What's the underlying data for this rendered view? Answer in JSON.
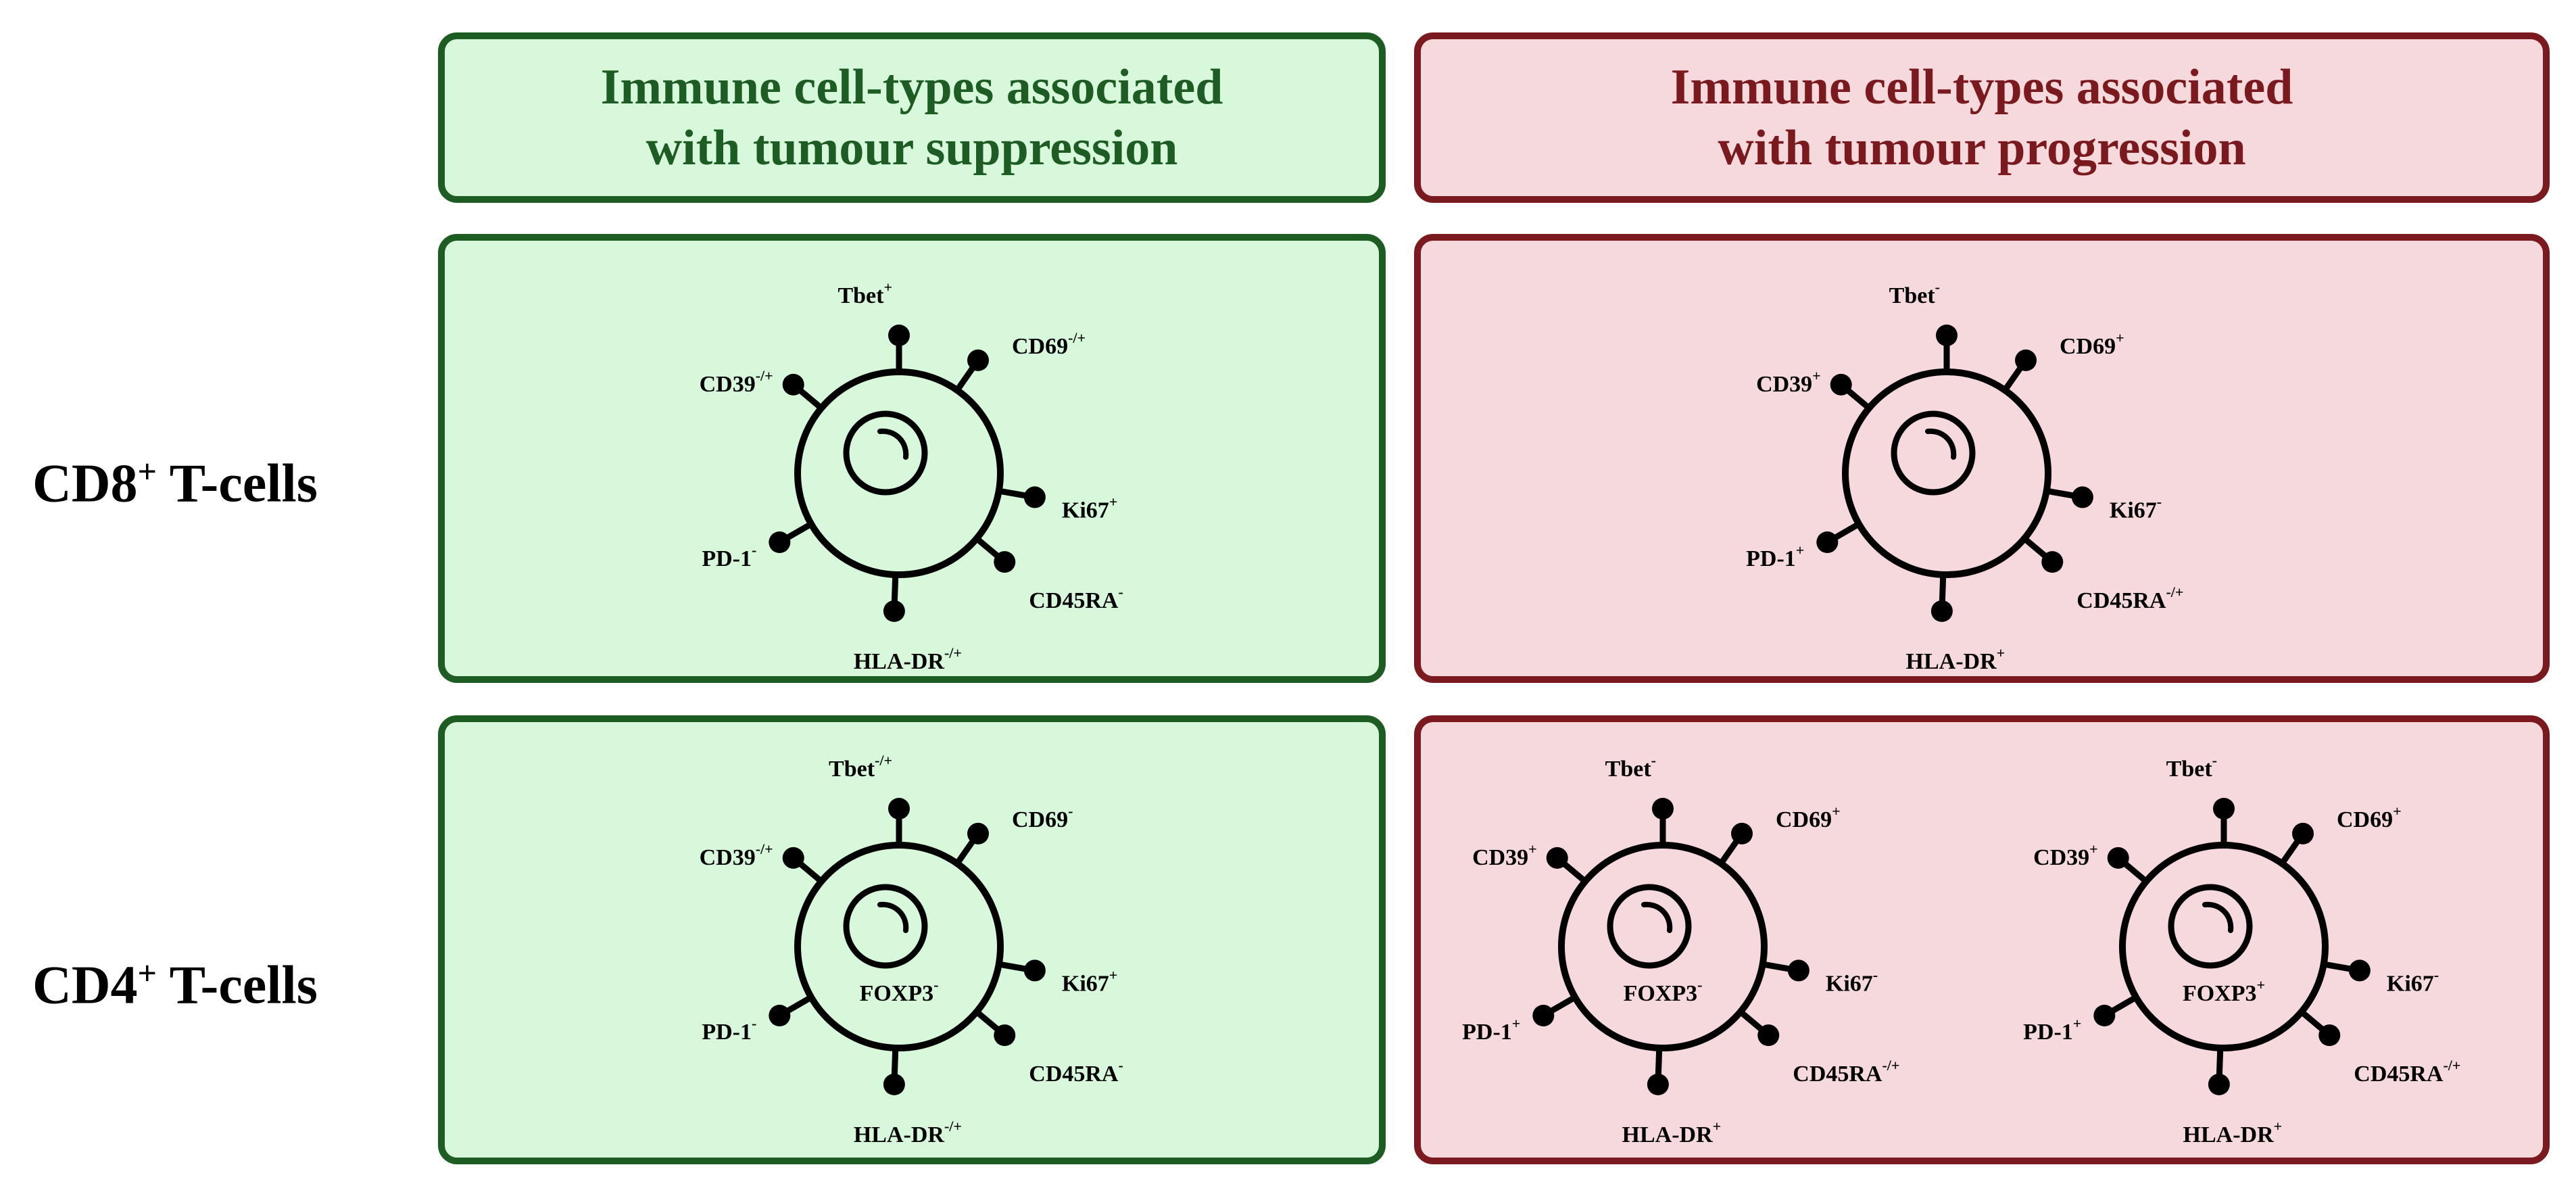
{
  "headers": {
    "suppression": [
      "Immune cell-types associated",
      "with tumour suppression"
    ],
    "progression": [
      "Immune cell-types associated",
      "with tumour progression"
    ]
  },
  "rows": {
    "cd8": {
      "main": "CD8",
      "sup": "+",
      "rest": " T-cells"
    },
    "cd4": {
      "main": "CD4",
      "sup": "+",
      "rest": " T-cells"
    }
  },
  "cells": [
    {
      "id": "cd8-suppression",
      "markers": {
        "Tbet": "+",
        "CD69": "-/+",
        "CD39": "-/+",
        "Ki67": "+",
        "PD-1": "-",
        "CD45RA": "-",
        "HLA-DR": "-/+"
      }
    },
    {
      "id": "cd8-progression",
      "markers": {
        "Tbet": "-",
        "CD69": "+",
        "CD39": "+",
        "Ki67": "-",
        "PD-1": "+",
        "CD45RA": "-/+",
        "HLA-DR": "+"
      }
    },
    {
      "id": "cd4-suppression",
      "markers": {
        "Tbet": "-/+",
        "CD69": "-",
        "CD39": "-/+",
        "Ki67": "+",
        "PD-1": "-",
        "CD45RA": "-",
        "HLA-DR": "-/+"
      },
      "nucleus_label": {
        "text": "FOXP3",
        "sup": "-"
      }
    },
    {
      "id": "cd4-progression-1",
      "markers": {
        "Tbet": "-",
        "CD69": "+",
        "CD39": "+",
        "Ki67": "-",
        "PD-1": "+",
        "CD45RA": "-/+",
        "HLA-DR": "+"
      },
      "nucleus_label": {
        "text": "FOXP3",
        "sup": "-"
      }
    },
    {
      "id": "cd4-progression-2",
      "markers": {
        "Tbet": "-",
        "CD69": "+",
        "CD39": "+",
        "Ki67": "-",
        "PD-1": "+",
        "CD45RA": "-/+",
        "HLA-DR": "+"
      },
      "nucleus_label": {
        "text": "FOXP3",
        "sup": "+"
      }
    }
  ],
  "colors": {
    "suppression_fill": "#d8f8db",
    "suppression_border": "#1d5c22",
    "progression_fill": "#f5d9dc",
    "progression_border": "#7a1a1f"
  }
}
